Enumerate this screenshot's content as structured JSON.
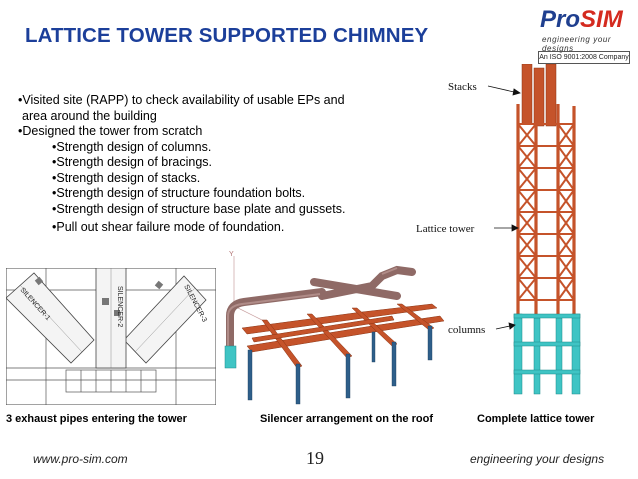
{
  "slide": {
    "title": "LATTICE TOWER SUPPORTED CHIMNEY",
    "page_number": "19"
  },
  "logo": {
    "brand_pro": "Pro",
    "brand_sim": "SIM",
    "tagline": "engineering your designs",
    "iso": "An ISO 9001:2008 Company"
  },
  "bullets": {
    "item1_line1": "•Visited site (RAPP) to check availability of usable EPs and",
    "item1_line2": "area around the building",
    "item2": "•Designed the tower from scratch",
    "sub": [
      "•Strength design of columns.",
      "•Strength design of bracings.",
      "•Strength design of stacks.",
      "•Strength design of structure foundation bolts.",
      "•Strength design of structure base plate and gussets.",
      "•Pull out shear failure mode of foundation."
    ]
  },
  "figures": {
    "fig1_labels": {
      "silencer1": "SILENCER-1",
      "silencer2": "SILENCER-2",
      "silencer3": "SILENCER-3"
    },
    "fig2_axis": {
      "y": "Y"
    },
    "fig3_callouts": {
      "stacks": "Stacks",
      "lattice": "Lattice tower",
      "columns": "columns"
    }
  },
  "captions": {
    "fig1": "3 exhaust pipes entering the tower",
    "fig2": "Silencer arrangement on the roof",
    "fig3": "Complete lattice tower"
  },
  "footer": {
    "url": "www.pro-sim.com",
    "tagline": "engineering your designs"
  },
  "colors": {
    "title_blue": "#1c3f9a",
    "logo_red": "#d42a1f",
    "steel_orange": "#c5532a",
    "column_teal": "#3fc4c4",
    "pipe_brown": "#8f6a66"
  }
}
